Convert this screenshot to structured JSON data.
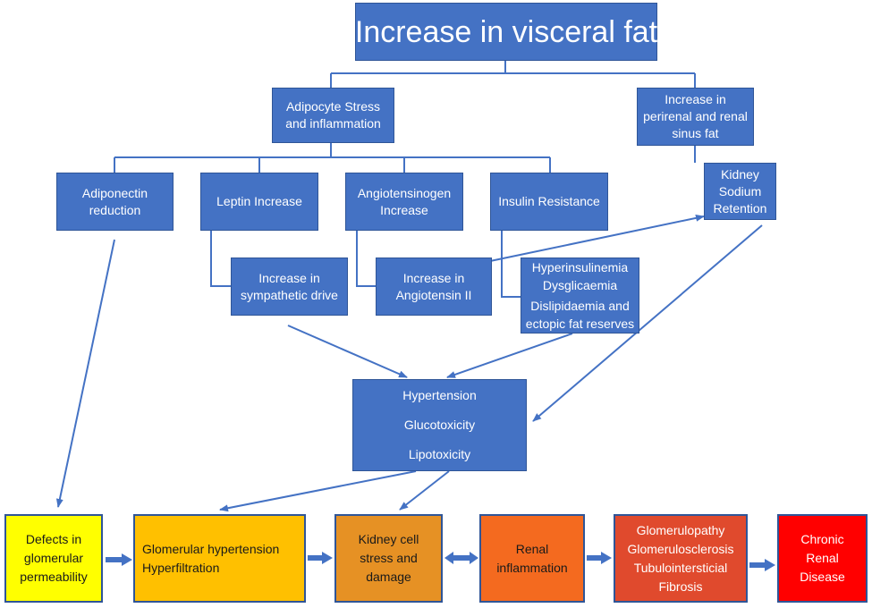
{
  "top": {
    "title": "Increase in visceral fat"
  },
  "level2": {
    "adipocyte": [
      "Adipocyte Stress",
      "and inflammation"
    ],
    "perirenal": [
      "Increase in",
      "perirenal and renal",
      "sinus fat"
    ]
  },
  "level3": {
    "adiponectin": [
      "Adiponectin",
      "reduction"
    ],
    "leptin": [
      "Leptin Increase"
    ],
    "angiotensinogen": [
      "Angiotensinogen",
      "Increase"
    ],
    "insulin": [
      "Insulin Resistance"
    ],
    "sodium": [
      "Kidney",
      "Sodium",
      "Retention"
    ]
  },
  "level4": {
    "sympathetic": [
      "Increase in",
      "sympathetic drive"
    ],
    "angiotensin2": [
      "Increase in",
      "Angiotensin II"
    ],
    "metabolic": [
      "Hyperinsulinemia",
      "Dysglicaemia",
      "Dislipidaemia and",
      "ectopic fat reserves"
    ]
  },
  "center": [
    "Hypertension",
    "Glucotoxicity",
    "Lipotoxicity"
  ],
  "bottom": [
    {
      "lines": [
        "Defects in",
        "glomerular",
        "permeability"
      ],
      "color": "#ffff00"
    },
    {
      "lines": [
        "Glomerular hypertension",
        "Hyperfiltration"
      ],
      "color": "#ffc000"
    },
    {
      "lines": [
        "Kidney cell",
        "stress and",
        "damage"
      ],
      "color": "#e69124"
    },
    {
      "lines": [
        "Renal",
        "inflammation"
      ],
      "color": "#f46a1f"
    },
    {
      "lines": [
        "Glomerulopathy",
        "Glomerulosclerosis",
        "Tubulointersticial",
        "Fibrosis"
      ],
      "color": "#e04a2d"
    },
    {
      "lines": [
        "Chronic",
        "Renal",
        "Disease"
      ],
      "color": "#ff0000"
    }
  ]
}
